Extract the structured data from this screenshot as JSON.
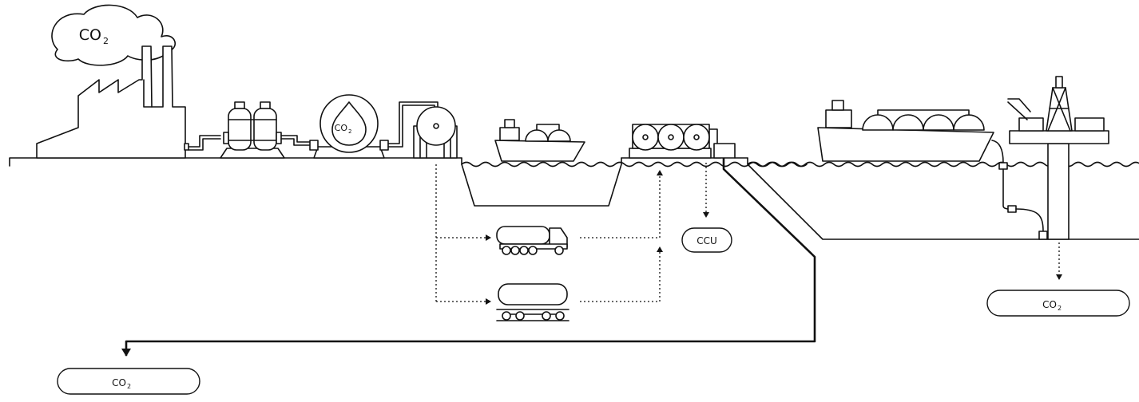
{
  "labels": {
    "cloud": {
      "main": "CO",
      "sub": "2"
    },
    "liquefaction_tank": {
      "main": "CO",
      "sub": "2"
    },
    "ccu": "CCU",
    "offshore_storage": {
      "main": "CO",
      "sub": "2"
    },
    "onshore_storage": {
      "main": "CO",
      "sub": "2"
    }
  },
  "colors": {
    "line": "#111111",
    "background": "#ffffff"
  }
}
